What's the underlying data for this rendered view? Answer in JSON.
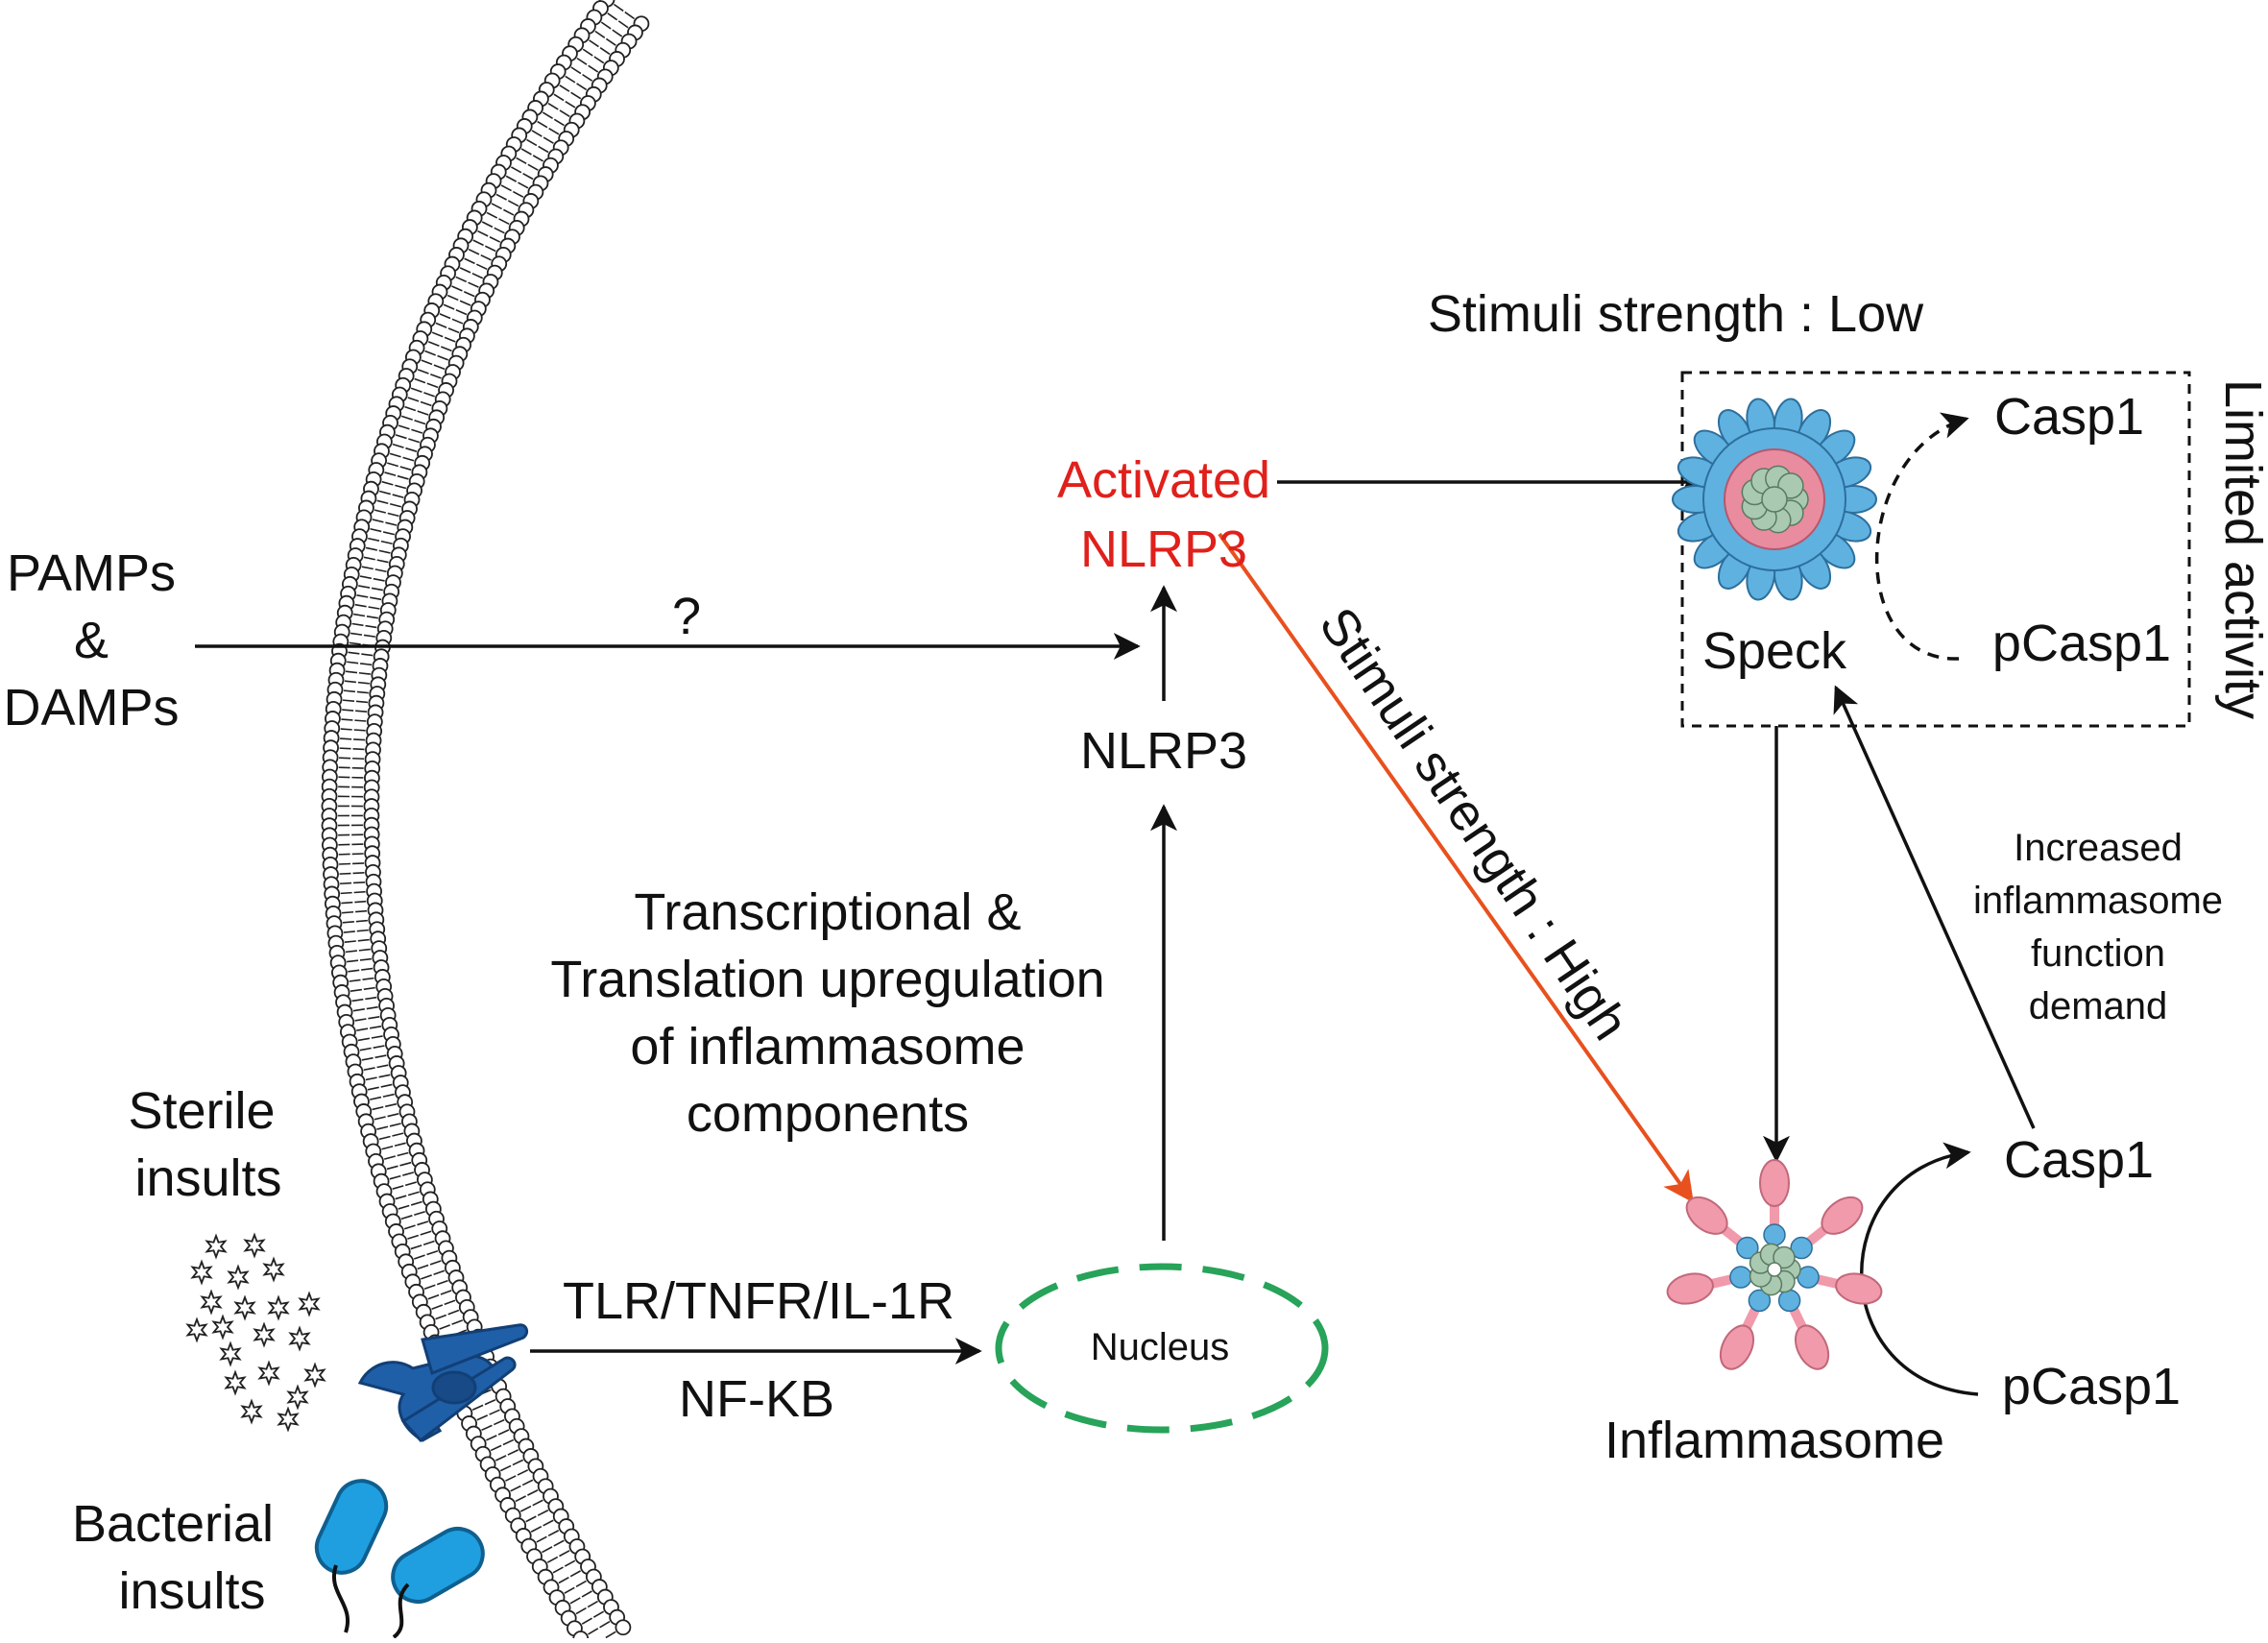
{
  "labels": {
    "pamps_line1": "PAMPs",
    "pamps_line2": "&",
    "pamps_line3": "DAMPs",
    "question_mark": "?",
    "activated_line1": "Activated",
    "activated_line2": "NLRP3",
    "nlrp3": "NLRP3",
    "transcription_line1": "Transcriptional &",
    "transcription_line2": "Translation upregulation",
    "transcription_line3": "of inflammasome",
    "transcription_line4": "components",
    "sterile_line1": "Sterile",
    "sterile_line2": "insults",
    "bacterial_line1": "Bacterial",
    "bacterial_line2": "insults",
    "receptors": "TLR/TNFR/IL-1R",
    "nfkb": "NF-KB",
    "nucleus": "Nucleus",
    "stimuli_low": "Stimuli strength : Low",
    "stimuli_high": "Stimuli strength : High",
    "speck": "Speck",
    "casp1_top": "Casp1",
    "pcasp1_top": "pCasp1",
    "limited_activity": "Limited activity",
    "increased_line1": "Increased",
    "increased_line2": "inflammasome",
    "increased_line3": "function",
    "increased_line4": "demand",
    "inflammasome": "Inflammasome",
    "casp1_bottom": "Casp1",
    "pcasp1_bottom": "pCasp1"
  },
  "colors": {
    "activated_text": "#e0201b",
    "high_arrow": "#e8501e",
    "nucleus_dash": "#27a35a",
    "receptor_blue": "#1f5fa8",
    "bacteria_blue": "#1f9fe0",
    "speck_blue": "#5fb1e0",
    "speck_pink": "#e98ca0",
    "core_green": "#a9c9b0",
    "petal_pink": "#f09aab"
  }
}
